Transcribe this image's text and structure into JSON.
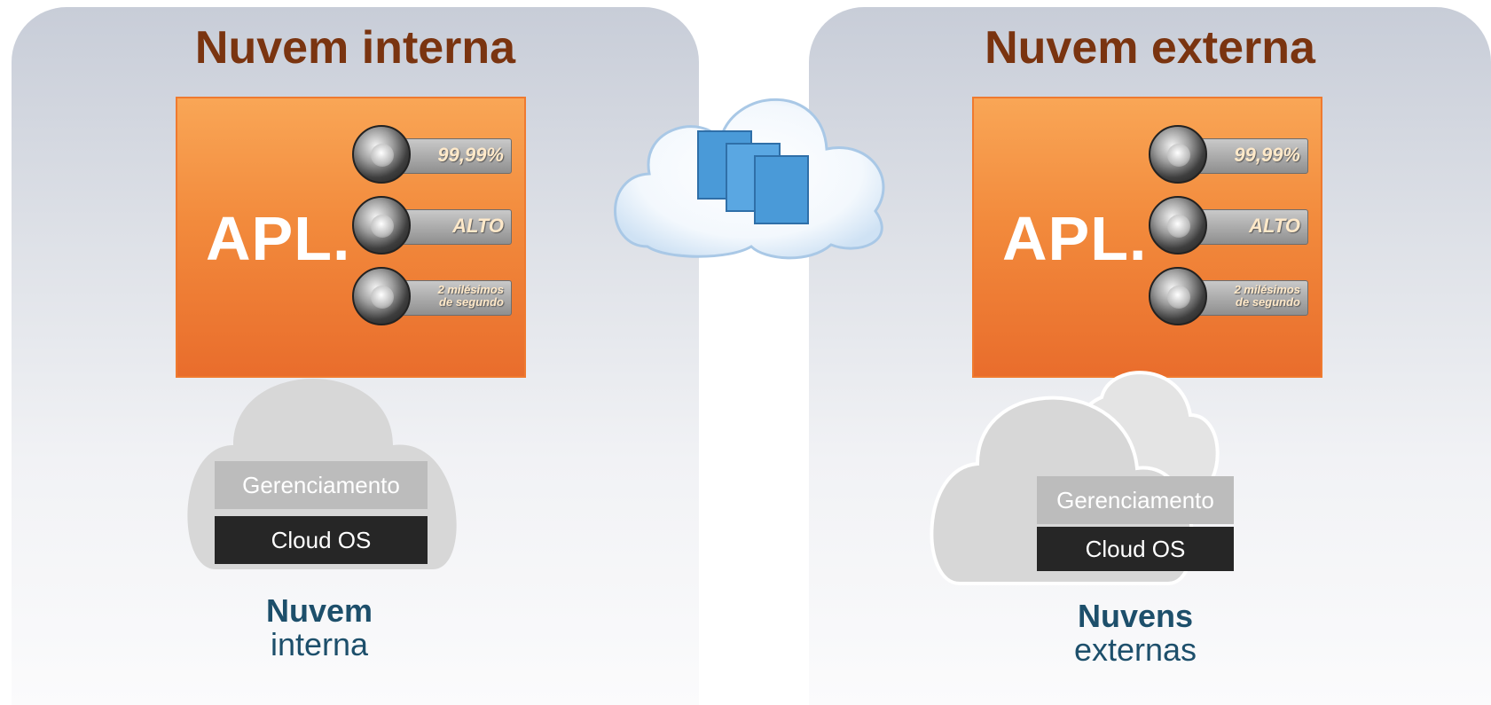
{
  "left_panel": {
    "title": "Nuvem interna",
    "app_label": "APL.",
    "meters": [
      "99,99%",
      "ALTO",
      "2 milésimos de segundo"
    ],
    "stack": {
      "management": "Gerenciamento",
      "os": "Cloud OS"
    },
    "caption": {
      "bold": "Nuvem",
      "normal": "interna"
    }
  },
  "right_panel": {
    "title": "Nuvem externa",
    "app_label": "APL.",
    "meters": [
      "99,99%",
      "ALTO",
      "2 milésimos de segundo"
    ],
    "stack": {
      "management": "Gerenciamento",
      "os": "Cloud OS"
    },
    "caption": {
      "bold": "Nuvens",
      "normal": "externas"
    }
  },
  "colors": {
    "title": "#7a3410",
    "app_box": "#f28a3c",
    "caption": "#1d4f6b",
    "management_bg": "#bcbcbc",
    "os_bg": "#262626",
    "documents": "#4a9ad8"
  },
  "icons": [
    "cloud-icon",
    "documents-icon",
    "gauge-icon"
  ]
}
